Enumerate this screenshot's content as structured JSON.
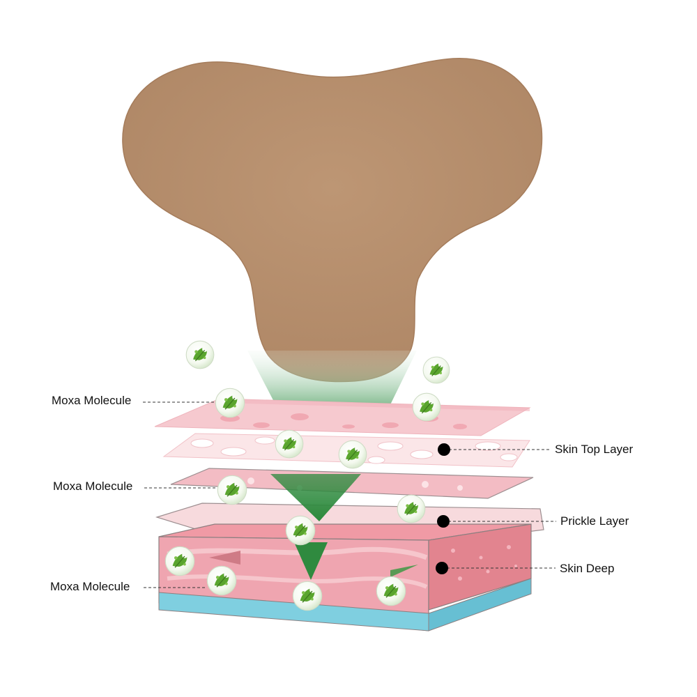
{
  "labels": {
    "left": [
      "Moxa Molecule",
      "Moxa Molecule",
      "Moxa Molecule"
    ],
    "right": [
      "Skin Top Layer",
      "Prickle Layer",
      "Skin Deep"
    ]
  },
  "colors": {
    "patch": "#b68f6e",
    "patch_edge": "#a57c5b",
    "skin_top": "#f6c9cf",
    "skin_pink": "#f2b4bd",
    "prickle": "#f7dadd",
    "deep_front": "#eea3ae",
    "deep_side": "#e2848f",
    "base_blue": "#7fcfe0",
    "penetration_green": "#2e8a3f",
    "molecule_leaf": "#5aa52e"
  },
  "icons": [
    "moxa-molecule-icon",
    "leader-dot-icon",
    "adhesive-patch",
    "penetration-arrow"
  ]
}
